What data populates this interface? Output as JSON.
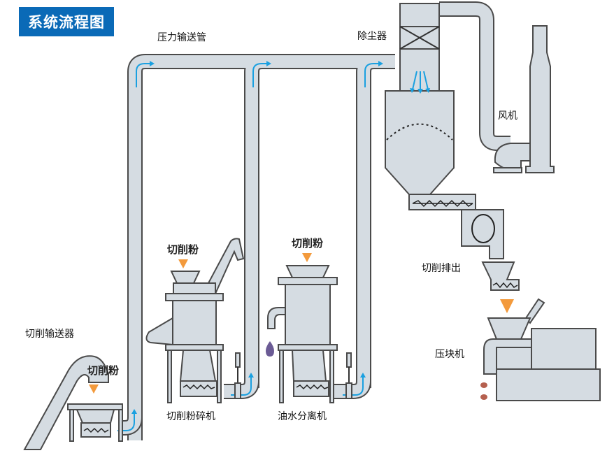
{
  "title": "系统流程图",
  "labels": {
    "pressure_pipe": "压力输送管",
    "dust_collector": "除尘器",
    "fan": "风机",
    "chip_discharge": "切削排出",
    "briquetting_machine": "压块机",
    "chip_conveyor": "切削输送器",
    "chip_powder_1": "切削粉",
    "chip_powder_2": "切削粉",
    "chip_powder_3": "切削粉",
    "chip_crusher": "切削粉碎机",
    "oil_water_separator": "油水分离机"
  },
  "colors": {
    "title_bg": "#0a6ab7",
    "machine_fill": "#d5dce2",
    "outline": "#4a4a4a",
    "airflow": "#1aa0e0",
    "material_arrow": "#f39a3c",
    "oil_drop": "#6b5b95",
    "briquette": "#b5604f"
  }
}
